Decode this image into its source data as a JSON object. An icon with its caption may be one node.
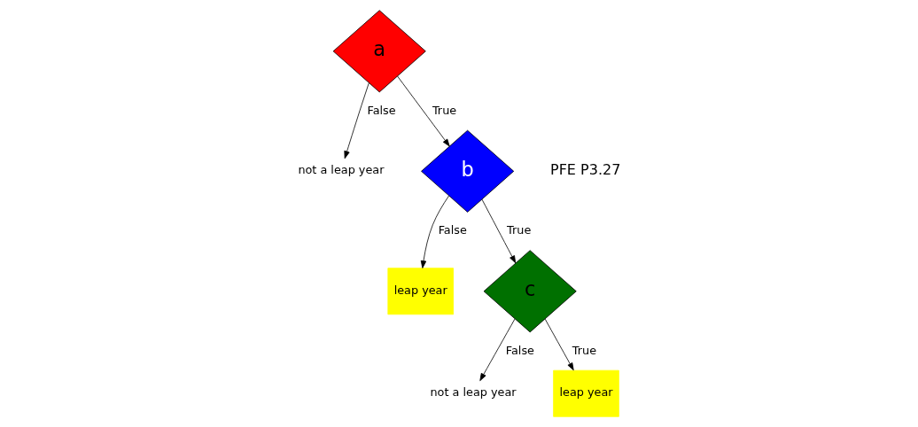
{
  "diagram": {
    "nodes": [
      {
        "text": [
          "a"
        ]
      },
      {
        "text": [
          "not a leap year"
        ]
      },
      {
        "text": [
          "b"
        ]
      },
      {
        "text": [
          "leap year"
        ]
      },
      {
        "text": [
          "c"
        ]
      },
      {
        "text": [
          "not a leap year"
        ]
      },
      {
        "text": [
          "leap year"
        ]
      }
    ],
    "edges": [
      {
        "from": 0,
        "to": 1,
        "arrow": "to",
        "label": "False"
      },
      {
        "from": 0,
        "to": 2,
        "arrow": "to",
        "label": "True"
      },
      {
        "from": 2,
        "to": 3,
        "arrow": "to",
        "label": "False"
      },
      {
        "from": 2,
        "to": 4,
        "arrow": "to",
        "label": "True"
      },
      {
        "from": 4,
        "to": 5,
        "arrow": "to",
        "label": "False"
      },
      {
        "from": 4,
        "to": 6,
        "arrow": "to",
        "label": "True"
      }
    ],
    "labels": [
      "PFE P3.27"
    ]
  }
}
